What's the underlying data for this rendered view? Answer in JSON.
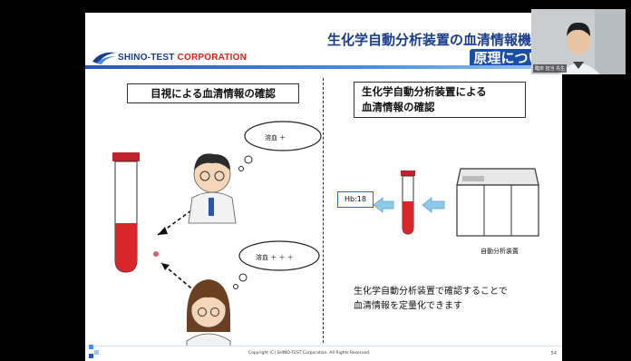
{
  "slide": {
    "logo_brand": "SHINO-TEST",
    "logo_corp": "CORPORATION",
    "title_line1": "生化学自動分析装置の血清情報機能の",
    "title_line2": "原理について",
    "left_heading": "目視による血清情報の確認",
    "right_heading_line1": "生化学自動分析装置による",
    "right_heading_line2": "血清情報の確認",
    "bubble_top": "溶血 ＋",
    "bubble_bottom": "溶血 ＋ ＋ ＋",
    "hb_readout": "Hb:18",
    "analyzer_caption": "自動分析装置",
    "conclusion_line1": "生化学自動分析装置で確認することで",
    "conclusion_line2": "血清情報を定量化できます",
    "copyright": "Copyright (C) SHINO-TEST Corporation. All Rights Reserved.",
    "page_number": "54"
  },
  "video": {
    "participant_name": "臨床 担当 先生"
  },
  "colors": {
    "brand_blue": "#1a3c8c",
    "brand_red": "#e2231a",
    "blood_red": "#d9262b",
    "arrow_blue": "#8fc9ea"
  }
}
